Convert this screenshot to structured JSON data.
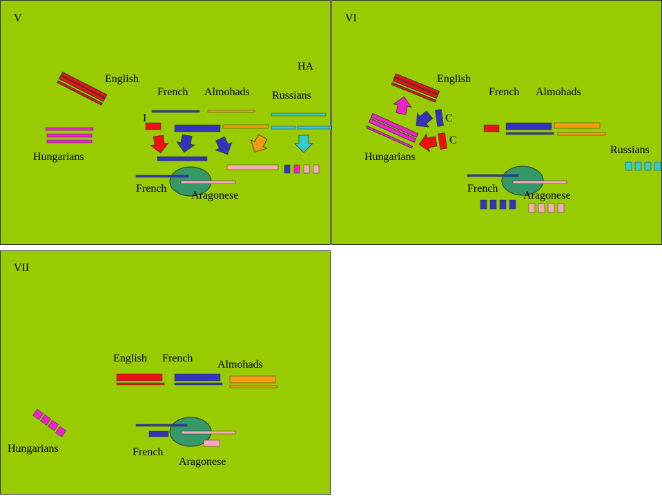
{
  "colors": {
    "field": "#99cc00",
    "english": "#ee1111",
    "french": "#3333bb",
    "almohads": "#f39c12",
    "hungarians": "#ee22cc",
    "russians": "#33cccc",
    "aragonese": "#f7aabb",
    "castle": "#339966",
    "outline": "#333333"
  },
  "panels": [
    {
      "label": "V",
      "labels": {
        "english": "English",
        "french_top": "French",
        "almohads": "Almohads",
        "ha": "HA",
        "russians": "Russians",
        "hungarians": "Hungarians",
        "i": "I",
        "french_bottom": "French",
        "aragonese": "Aragonese"
      }
    },
    {
      "label": "VI",
      "labels": {
        "english": "English",
        "french_top": "French",
        "almohads": "Almohads",
        "c1": "C",
        "c2": "C",
        "russians": "Russians",
        "hungarians": "Hungarians",
        "french_bottom": "French",
        "aragonese": "Aragonese"
      }
    },
    {
      "label": "VII",
      "labels": {
        "english": "English",
        "french_top": "French",
        "almohads": "Almohads",
        "hungarians": "Hungarians",
        "french_bottom": "French",
        "aragonese": "Aragonese"
      }
    }
  ]
}
